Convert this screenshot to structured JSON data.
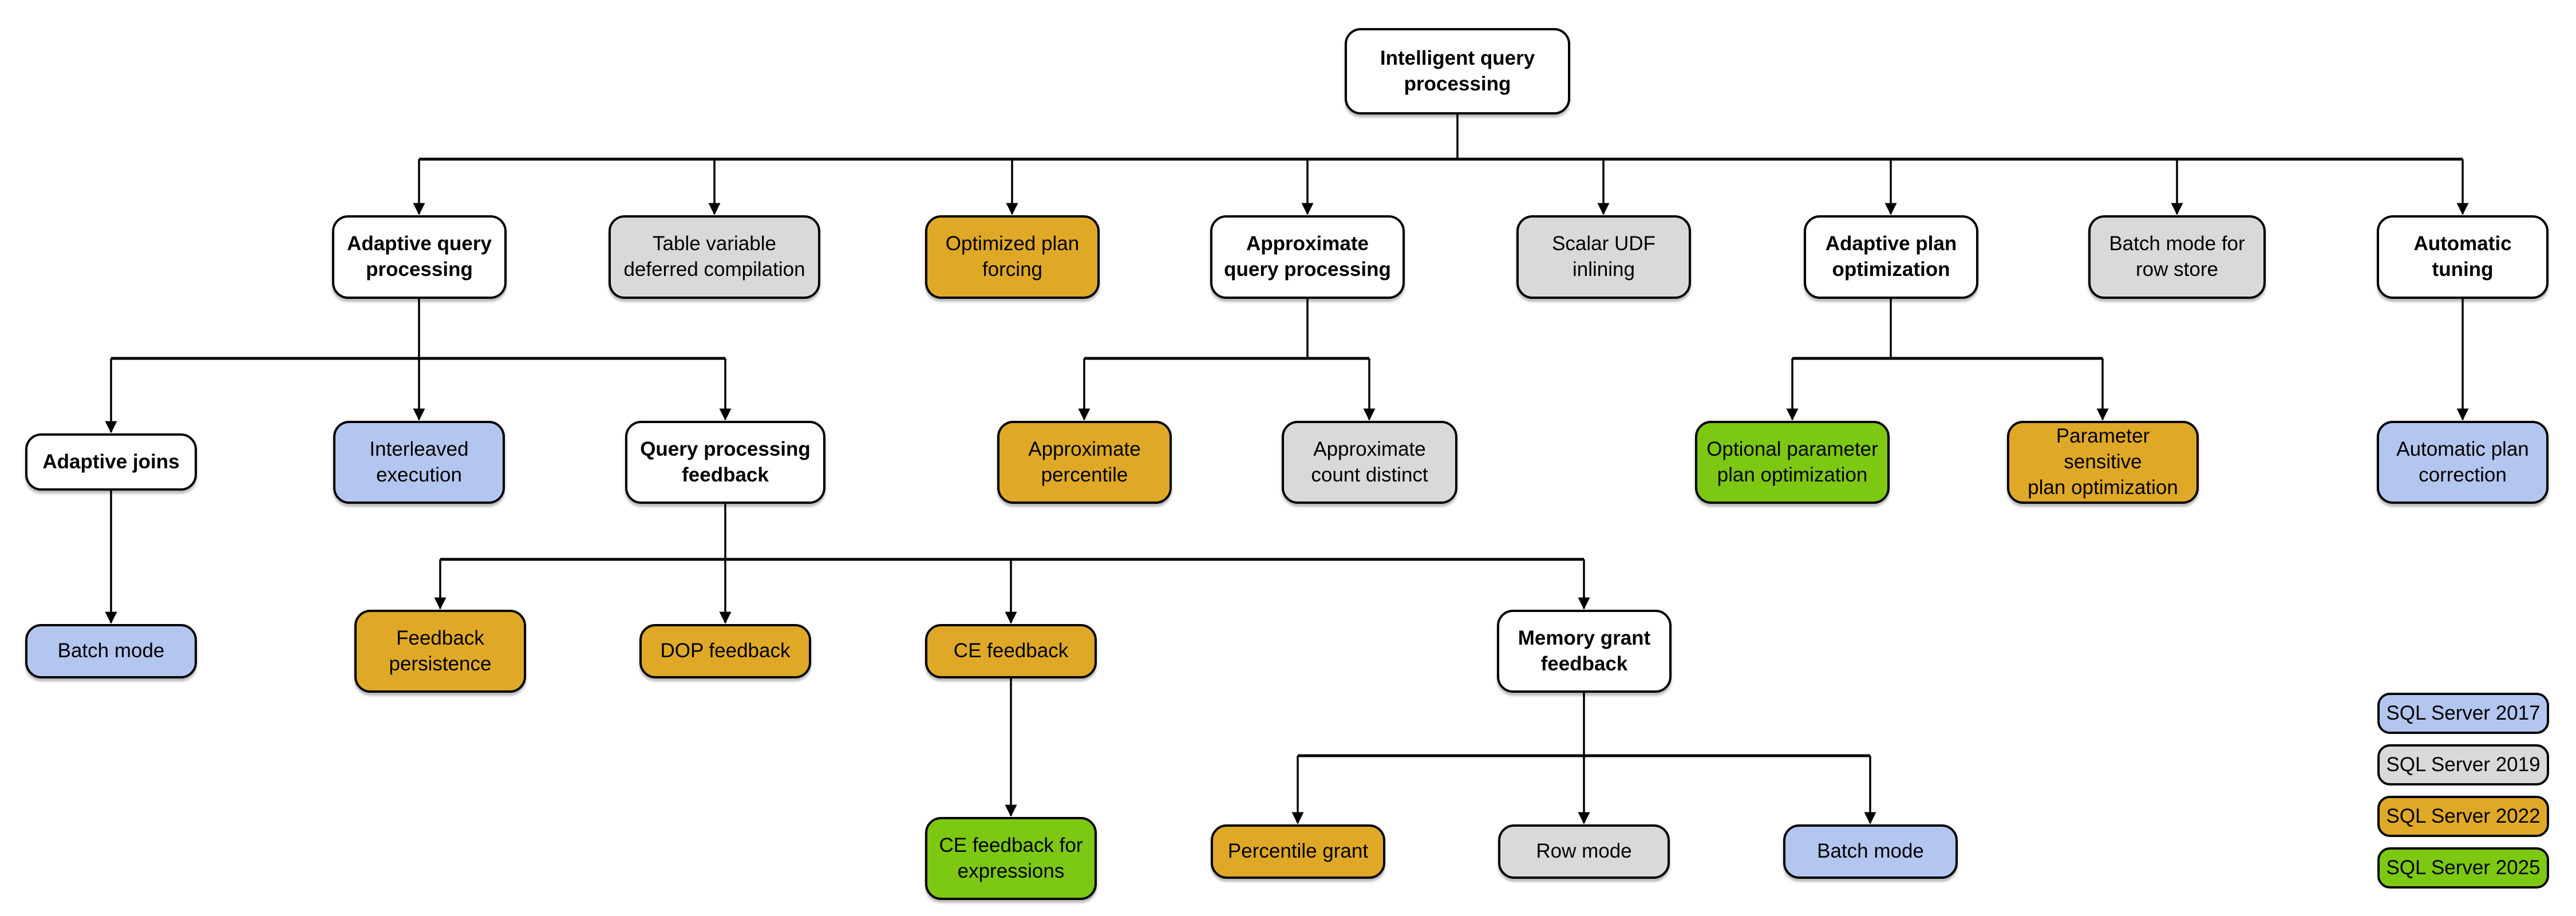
{
  "palette": {
    "white": "#FFFFFF",
    "gray": "#D9D9D9",
    "gold": "#DFA927",
    "blue": "#B3C6F0",
    "green": "#7CC813",
    "line": "#000000"
  },
  "nodes": {
    "root": {
      "label": [
        "Intelligent query",
        "processing"
      ],
      "color": "white"
    },
    "aqp": {
      "label": [
        "Adaptive query",
        "processing"
      ],
      "color": "white"
    },
    "tvdc": {
      "label": [
        "Table variable",
        "deferred compilation"
      ],
      "color": "gray"
    },
    "opf": {
      "label": [
        "Optimized plan",
        "forcing"
      ],
      "color": "gold"
    },
    "aqp2": {
      "label": [
        "Approximate",
        "query processing"
      ],
      "color": "white"
    },
    "sui": {
      "label": [
        "Scalar UDF",
        "inlining"
      ],
      "color": "gray"
    },
    "apo": {
      "label": [
        "Adaptive plan",
        "optimization"
      ],
      "color": "white"
    },
    "bmrs": {
      "label": [
        "Batch mode for",
        "row store"
      ],
      "color": "gray"
    },
    "at": {
      "label": [
        "Automatic",
        "tuning"
      ],
      "color": "white"
    },
    "aj": {
      "label": [
        "Adaptive joins"
      ],
      "color": "white"
    },
    "ie": {
      "label": [
        "Interleaved",
        "execution"
      ],
      "color": "blue"
    },
    "qpf": {
      "label": [
        "Query processing",
        "feedback"
      ],
      "color": "white"
    },
    "ap": {
      "label": [
        "Approximate",
        "percentile"
      ],
      "color": "gold"
    },
    "acd": {
      "label": [
        "Approximate",
        "count distinct"
      ],
      "color": "gray"
    },
    "oppo": {
      "label": [
        "Optional parameter",
        "plan optimization"
      ],
      "color": "green"
    },
    "pspo": {
      "label": [
        "Parameter sensitive",
        "plan optimization"
      ],
      "color": "gold"
    },
    "apc": {
      "label": [
        "Automatic plan",
        "correction"
      ],
      "color": "blue"
    },
    "bm1": {
      "label": [
        "Batch mode"
      ],
      "color": "blue"
    },
    "fp": {
      "label": [
        "Feedback",
        "persistence"
      ],
      "color": "gold"
    },
    "dop": {
      "label": [
        "DOP feedback"
      ],
      "color": "gold"
    },
    "ce": {
      "label": [
        "CE feedback"
      ],
      "color": "gold"
    },
    "mgf": {
      "label": [
        "Memory grant",
        "feedback"
      ],
      "color": "white"
    },
    "cefx": {
      "label": [
        "CE feedback for",
        "expressions"
      ],
      "color": "green"
    },
    "pg": {
      "label": [
        "Percentile grant"
      ],
      "color": "gold"
    },
    "rm": {
      "label": [
        "Row mode"
      ],
      "color": "gray"
    },
    "bm2": {
      "label": [
        "Batch mode"
      ],
      "color": "blue"
    }
  },
  "legend": {
    "items": [
      {
        "label": "SQL Server 2017",
        "color": "blue"
      },
      {
        "label": "SQL Server 2019",
        "color": "gray"
      },
      {
        "label": "SQL Server 2022",
        "color": "gold"
      },
      {
        "label": "SQL Server 2025",
        "color": "green"
      }
    ]
  }
}
